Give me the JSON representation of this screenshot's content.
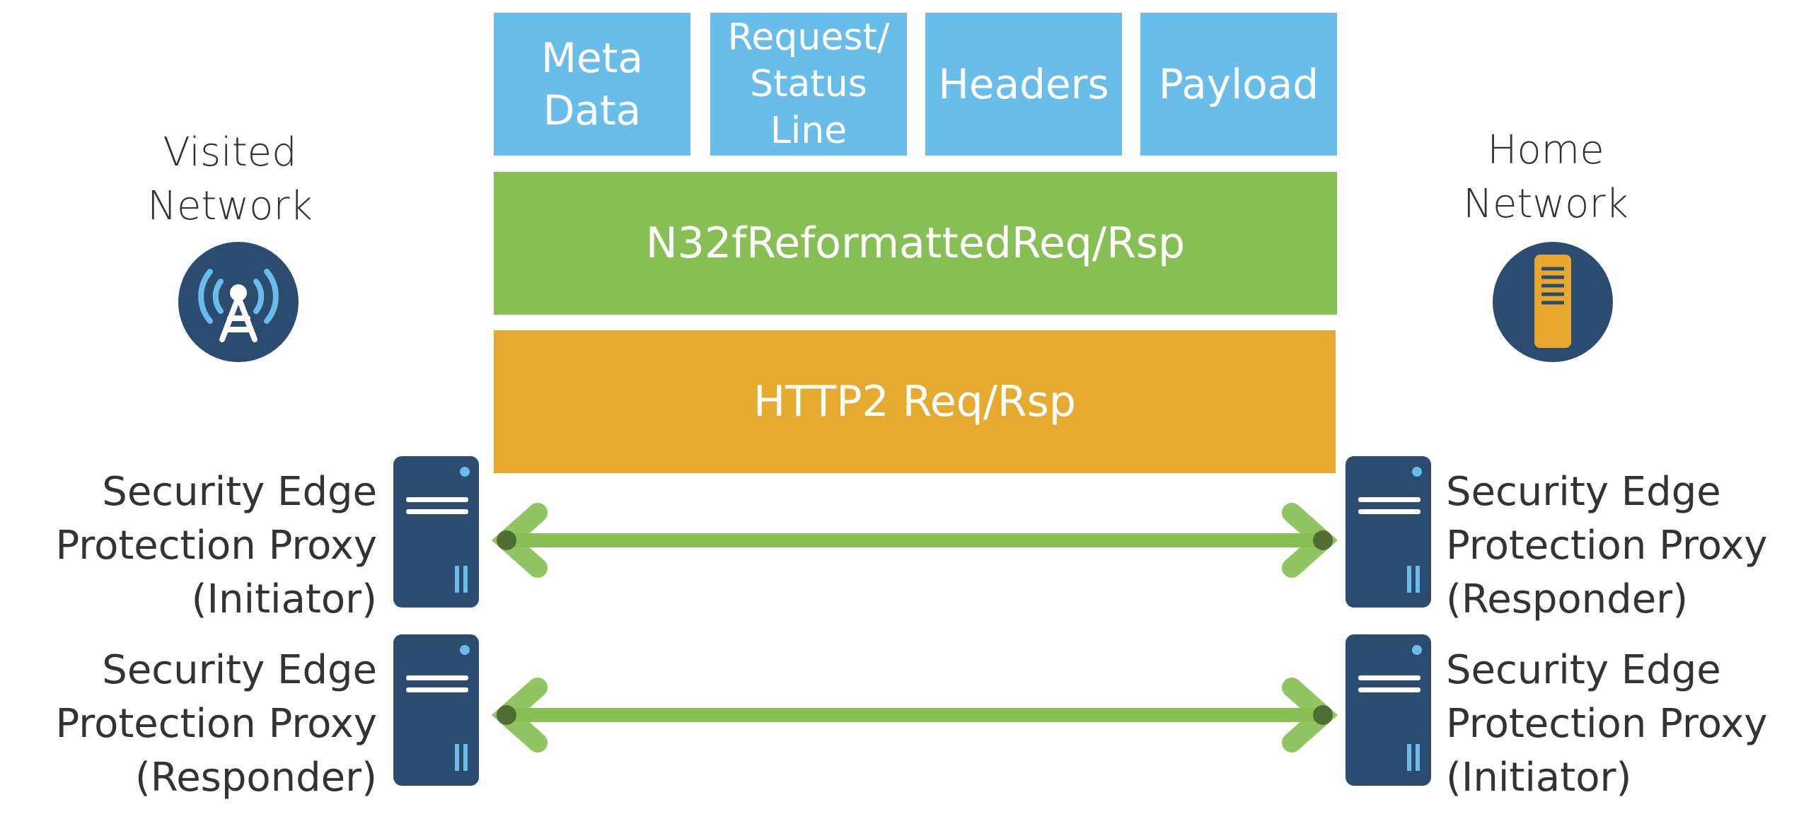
{
  "diagram": {
    "message_parts": [
      {
        "label": "Meta\nData"
      },
      {
        "label": "Request/\nStatus\nLine"
      },
      {
        "label": "Headers"
      },
      {
        "label": "Payload"
      }
    ],
    "layer_green": "N32fReformattedReq/Rsp",
    "layer_orange": "HTTP2 Req/Rsp",
    "visited_network": "Visited\nNetwork",
    "home_network": "Home\nNetwork",
    "left_proxies": [
      "Security Edge\nProtection Proxy\n(Initiator)",
      "Security Edge\nProtection Proxy\n(Responder)"
    ],
    "right_proxies": [
      "Security Edge\nProtection Proxy\n(Responder)",
      "Security Edge\nProtection Proxy\n(Initiator)"
    ]
  },
  "colors": {
    "blue": "#6abde9",
    "green": "#88bf55",
    "orange": "#e5aa30",
    "navy": "#2b4c6e",
    "amber_icon": "#e8a72f"
  }
}
